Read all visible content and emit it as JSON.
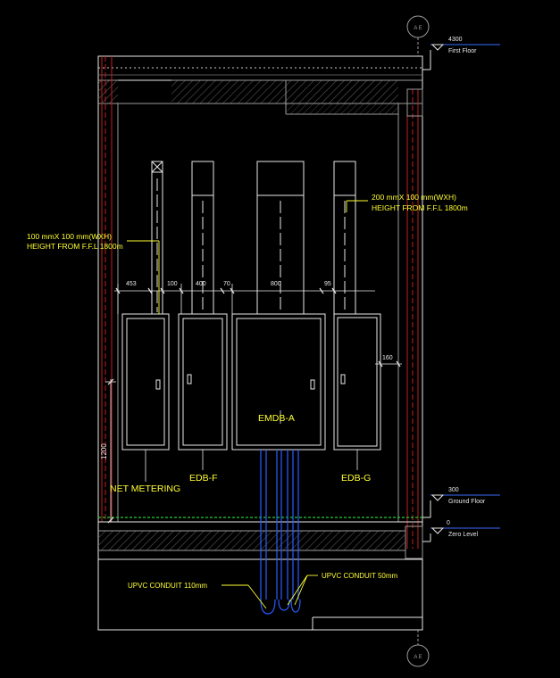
{
  "colors": {
    "background": "#000000",
    "line_white": "#e8e8e8",
    "line_grey": "#9a9a9a",
    "hatch": "#555555",
    "red": "#c0201f",
    "green": "#22cc33",
    "blue": "#2b5cff",
    "yellow": "#ffff33",
    "level_blue": "#3a6cff"
  },
  "levels": {
    "top": {
      "value": "4300",
      "name": "First Floor"
    },
    "ground": {
      "value": "300",
      "name": "Ground Floor"
    },
    "zero": {
      "value": "0",
      "name": "Zero Level"
    }
  },
  "grid_bubble_label": "A E",
  "dimensions": {
    "d1": "453",
    "d2": "100",
    "d3": "400",
    "d4": "70",
    "d5": "800",
    "d6": "95",
    "right": "160",
    "height": "1200"
  },
  "notes": {
    "left_line1": "100 mmX 100 mm(WXH)",
    "left_line2": "HEIGHT FROM F.F.L  1800m",
    "right_line1": "200 mmX 100 mm(WXH)",
    "right_line2": "HEIGHT FROM F.F.L  1800m"
  },
  "panels": {
    "net_metering": "NET METERING",
    "edb_f": "EDB-F",
    "emdb_a": "EMDB-A",
    "edb_g": "EDB-G"
  },
  "conduits": {
    "c110": "UPVC CONDUIT 110mm",
    "c50": "UPVC CONDUIT 50mm"
  }
}
